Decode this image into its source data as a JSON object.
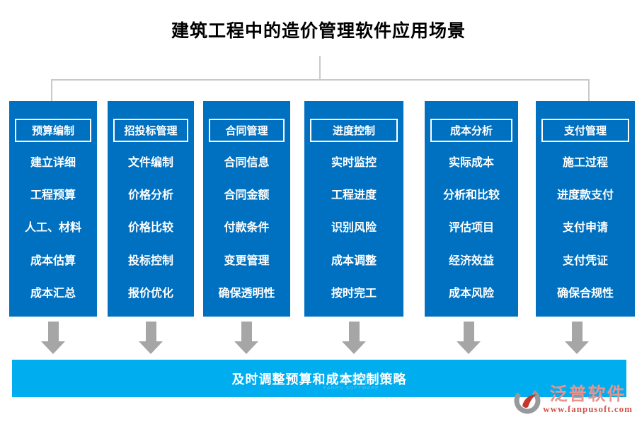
{
  "title": "建筑工程中的造价管理软件应用场景",
  "columns": [
    {
      "header": "预算编制",
      "items": [
        "建立详细",
        "工程预算",
        "人工、材料",
        "成本估算",
        "成本汇总"
      ]
    },
    {
      "header": "招投标管理",
      "items": [
        "文件编制",
        "价格分析",
        "价格比较",
        "投标控制",
        "报价优化"
      ]
    },
    {
      "header": "合同管理",
      "items": [
        "合同信息",
        "合同金额",
        "付款条件",
        "变更管理",
        "确保透明性"
      ]
    },
    {
      "header": "进度控制",
      "items": [
        "实时监控",
        "工程进度",
        "识别风险",
        "成本调整",
        "按时完工"
      ]
    },
    {
      "header": "成本分析",
      "items": [
        "实际成本",
        "分析和比较",
        "评估项目",
        "经济效益",
        "成本风险"
      ]
    },
    {
      "header": "支付管理",
      "items": [
        "施工过程",
        "进度款支付",
        "支付申请",
        "支付凭证",
        "确保合规性"
      ]
    }
  ],
  "footer_bar": {
    "label": "及时调整预算和成本控制策略",
    "watermark_cn": "泛普软件",
    "watermark_en": "FANPU SOFTWARE"
  },
  "logo": {
    "name": "泛普软件",
    "url": "www.fanpusoft.com"
  },
  "colors": {
    "column_blue": "#0070C0",
    "footer_cyan": "#00AEEF",
    "arrow_gray": "#A6A6A6",
    "connector_gray": "#C9C9C9",
    "logo_name_red": "#E9938D",
    "logo_url_red": "#D2544A"
  }
}
